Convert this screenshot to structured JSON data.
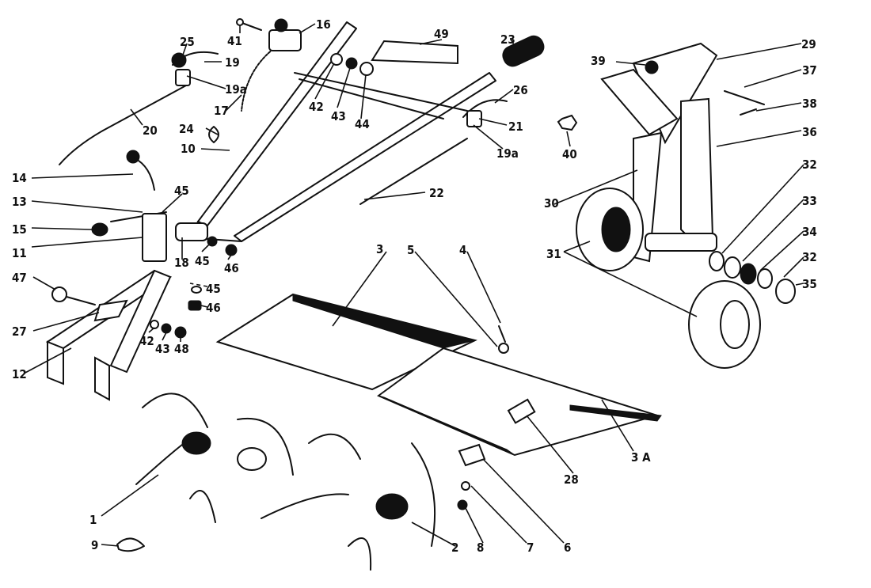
{
  "diagram": {
    "kind": "exploded-parts-drawing",
    "colors": {
      "ink": "#111111",
      "paper": "#ffffff"
    },
    "callouts": [
      "1",
      "2",
      "3",
      "3 A",
      "4",
      "5",
      "6",
      "7",
      "8",
      "9",
      "10",
      "11",
      "12",
      "13",
      "14",
      "15",
      "16",
      "17",
      "18",
      "19",
      "19a",
      "19a",
      "20",
      "21",
      "22",
      "23",
      "24",
      "25",
      "26",
      "27",
      "28",
      "29",
      "30",
      "31",
      "32",
      "32",
      "33",
      "34",
      "35",
      "36",
      "37",
      "38",
      "39",
      "40",
      "41",
      "42",
      "43",
      "44",
      "42",
      "43",
      "45",
      "45",
      "45",
      "46",
      "46",
      "47",
      "48",
      "49"
    ]
  }
}
